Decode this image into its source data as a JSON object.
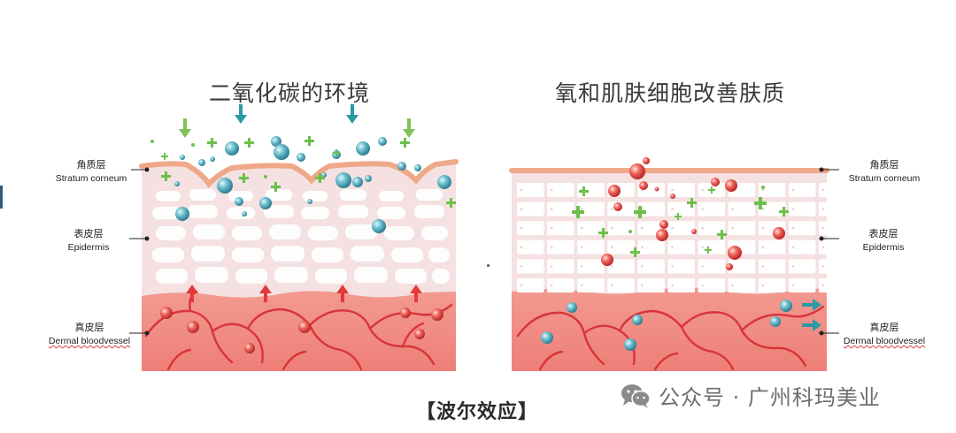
{
  "left_panel": {
    "title": "二氧化碳的环境",
    "labels": {
      "stratum": {
        "cn": "角质层",
        "en": "Stratum corneum"
      },
      "epidermis": {
        "cn": "表皮层",
        "en": "Epidermis"
      },
      "dermal": {
        "cn": "真皮层",
        "en": "Dermal bloodvessel"
      }
    }
  },
  "right_panel": {
    "title": "氧和肌肤细胞改善肤质",
    "labels": {
      "stratum": {
        "cn": "角质层",
        "en": "Stratum corneum"
      },
      "epidermis": {
        "cn": "表皮层",
        "en": "Epidermis"
      },
      "dermal": {
        "cn": "真皮层",
        "en": "Dermal bloodvessel"
      }
    }
  },
  "caption": "【波尔效应】",
  "watermark": {
    "text": "公众号 · 广州科玛美业",
    "icon": "wechat-icon"
  },
  "colors": {
    "skin_base": "#f3dcdc",
    "corneum": "#efb08f",
    "dermis": "#ee8a84",
    "vessel": "#d8343a",
    "co2_bubble": "#4fa7b8",
    "o2_bubble": "#e74c44",
    "plus": "#6cc04a",
    "arrow_teal": "#2a9aa6",
    "arrow_green": "#7fc25a",
    "arrow_red": "#e23a3a"
  }
}
